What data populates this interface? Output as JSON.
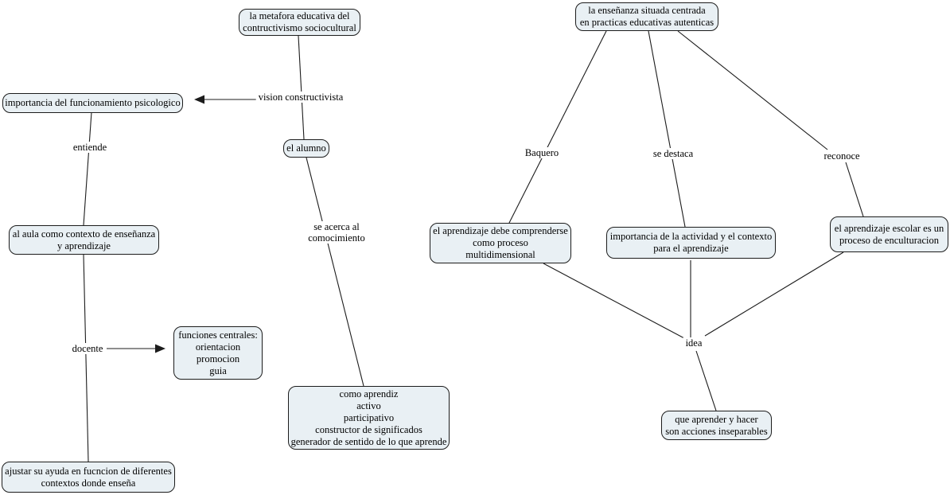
{
  "theme": {
    "background": "#ffffff",
    "node_fill": "#e9f0f4",
    "node_border": "#1c1c1c",
    "line_color": "#1c1c1c",
    "text_color": "#000000"
  },
  "nodes": [
    {
      "text": "la metafora educativa del\ncontructivismo sociocultural"
    },
    {
      "text": "importancia del funcionamiento psicologico"
    },
    {
      "text": "el alumno"
    },
    {
      "text": "al aula como contexto de enseñanza\ny aprendizaje"
    },
    {
      "text": "funciones centrales:\norientacion\npromocion\nguia"
    },
    {
      "text": "como aprendiz\nactivo\nparticipativo\nconstructor de significados\ngenerador de sentido de lo que aprende"
    },
    {
      "text": "ajustar su ayuda en fucncion de diferentes\ncontextos donde enseña"
    },
    {
      "text": "la enseñanza situada centrada\nen practicas educativas autenticas"
    },
    {
      "text": "el aprendizaje debe comprenderse\ncomo proceso\nmultidimensional"
    },
    {
      "text": "importancia de la actividad y el contexto\npara el aprendizaje"
    },
    {
      "text": "el aprendizaje escolar es un\nproceso de enculturacion"
    },
    {
      "text": "que aprender y hacer\nson acciones inseparables"
    }
  ],
  "labels": [
    {
      "text": "vision constructivista"
    },
    {
      "text": "entiende"
    },
    {
      "text": "se acerca al\ncomocimiento"
    },
    {
      "text": "docente"
    },
    {
      "text": "Baquero"
    },
    {
      "text": "se destaca"
    },
    {
      "text": "reconoce"
    },
    {
      "text": "idea"
    }
  ]
}
